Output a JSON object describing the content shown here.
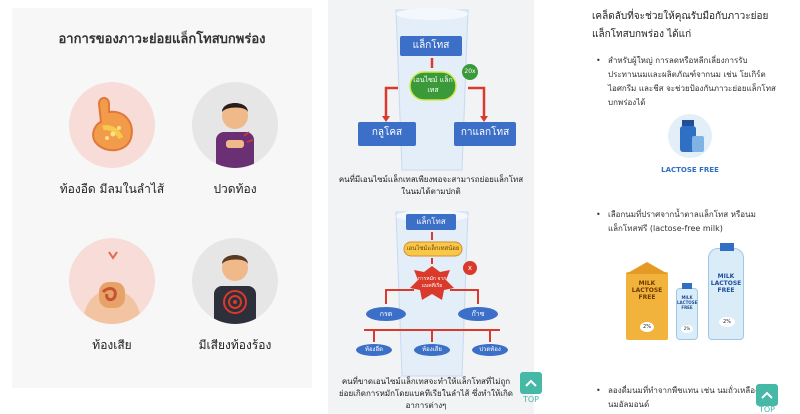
{
  "symptoms": {
    "title": "อาการของภาวะย่อยแล็กโทสบกพร่อง",
    "items": [
      {
        "label": "ท้องอืด มีลมในลำไส้",
        "icon": "stomach-icon"
      },
      {
        "label": "ปวดท้อง",
        "icon": "stomachache-person-icon"
      },
      {
        "label": "ท้องเสีย",
        "icon": "intestine-icon"
      },
      {
        "label": "มีเสียงท้องร้อง",
        "icon": "rumbling-stomach-person-icon"
      }
    ]
  },
  "diagram_top": {
    "lactose": "แล็กโทส",
    "enzyme": "เอนไซม์ แล็กเทส",
    "enzyme_badge": "20x",
    "glucose": "กลูโคส",
    "galactose": "กาแลกโทส",
    "caption": "คนที่มีเอนไซม์แล็กเทสเพียงพอจะสามารถย่อยแล็กโทสในนมได้ตามปกติ"
  },
  "diagram_bottom": {
    "lactose": "แล็กโทส",
    "enzyme_low": "เอนไซม์แล็กเทสน้อย",
    "fermentation": "การหมัก จากแบคทีเรีย",
    "badge": "x",
    "gas1": "กรด",
    "gas2": "ก๊าซ",
    "sym1": "ท้องอืด",
    "sym2": "ท้องเสีย",
    "sym3": "ปวดท้อง",
    "caption": "คนที่ขาดเอนไซม์แล็กเทสจะทำให้แล็กโทสที่ไม่ถูกย่อยเกิดการหมักโดยแบคทีเรียในลำไส้ ซึ่งทำให้เกิดอาการต่างๆ"
  },
  "tips": {
    "intro": "เคล็ดลับที่จะช่วยให้คุณรับมือกับภาวะย่อยแล็กโทสบกพร่อง ได้แก่",
    "bullet1": "สำหรับผู้ใหญ่ การลดหรือหลีกเลี่ยงการรับประทานนมและผลิตภัณฑ์จากนม เช่น โยเกิร์ต ไอศกรีม และชีส จะช่วยป้องกันภาวะย่อยแล็กโทสบกพร่องได้",
    "lactose_free_label": "LACTOSE FREE",
    "bullet2": "เลือกนมที่ปราศจากน้ำตาลแล็กโทส หรือนมแล็กโทสฟรี (lactose-free milk)",
    "products": [
      {
        "line1": "MILK",
        "line2": "LACTOSE",
        "line3": "FREE",
        "pct": "2%"
      },
      {
        "line1": "MILK",
        "line2": "LACTOSE",
        "line3": "FREE",
        "pct": "2%"
      },
      {
        "line1": "MILK",
        "line2": "LACTOSE",
        "line3": "FREE",
        "pct": "2%"
      }
    ],
    "bullet3": "ลองดื่มนมที่ทำจากพืชแทน เช่น นมถั่วเหลือง และนมอัลมอนด์"
  },
  "nav": {
    "top_label": "TOP"
  },
  "colors": {
    "teal": "#45b8a6",
    "blue_box": "#3c6fc7",
    "green_box": "#3a9a3a",
    "arrow_red": "#d93a2b"
  }
}
